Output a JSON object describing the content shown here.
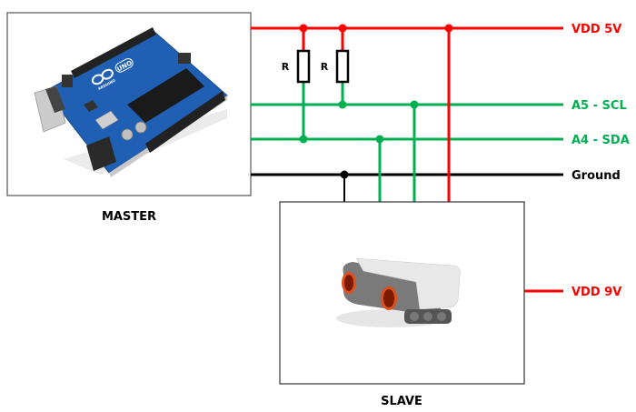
{
  "diagram": {
    "master": {
      "label": "MASTER",
      "device": "Arduino UNO board",
      "board_text": "UNO",
      "brand_text": "ARDUINO"
    },
    "slave": {
      "label": "SLAVE",
      "device": "Ultrasonic sensor"
    },
    "buses": [
      {
        "id": "vdd5",
        "label": "VDD 5V",
        "color": "#ff0000"
      },
      {
        "id": "scl",
        "label": "A5 - SCL",
        "color": "#00b050"
      },
      {
        "id": "sda",
        "label": "A4 - SDA",
        "color": "#00b050"
      },
      {
        "id": "gnd",
        "label": "Ground",
        "color": "#000000"
      }
    ],
    "slave_supply": {
      "label": "VDD 9V",
      "color": "#ff0000"
    },
    "resistors": [
      {
        "label": "R",
        "connects": [
          "VDD 5V",
          "A4 - SDA"
        ]
      },
      {
        "label": "R",
        "connects": [
          "VDD 5V",
          "A5 - SCL"
        ]
      }
    ]
  }
}
